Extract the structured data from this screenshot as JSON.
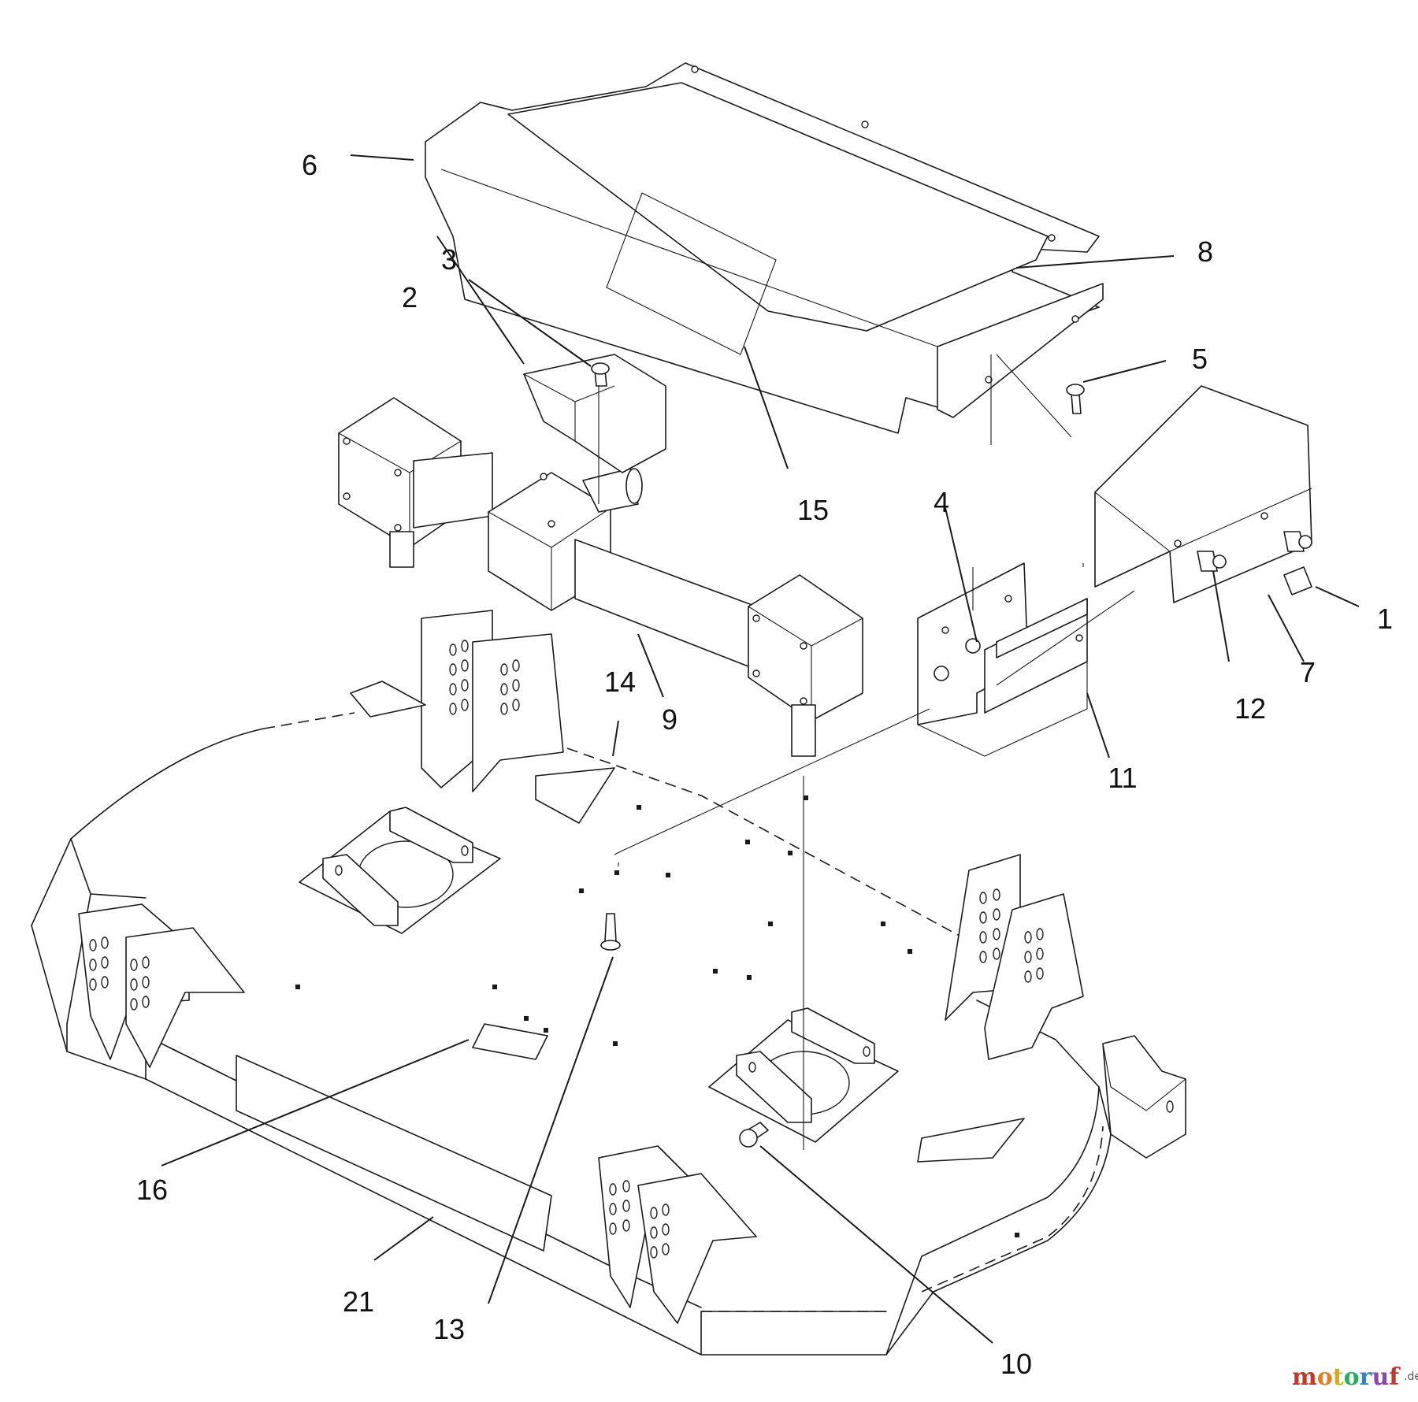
{
  "diagram": {
    "callouts": [
      {
        "id": "c1",
        "label": "1"
      },
      {
        "id": "c2",
        "label": "2"
      },
      {
        "id": "c3",
        "label": "3"
      },
      {
        "id": "c4",
        "label": "4"
      },
      {
        "id": "c5",
        "label": "5"
      },
      {
        "id": "c6",
        "label": "6"
      },
      {
        "id": "c7",
        "label": "7"
      },
      {
        "id": "c8",
        "label": "8"
      },
      {
        "id": "c9",
        "label": "9"
      },
      {
        "id": "c10",
        "label": "10"
      },
      {
        "id": "c11",
        "label": "11"
      },
      {
        "id": "c12",
        "label": "12"
      },
      {
        "id": "c13",
        "label": "13"
      },
      {
        "id": "c14",
        "label": "14"
      },
      {
        "id": "c15",
        "label": "15"
      },
      {
        "id": "c16",
        "label": "16"
      },
      {
        "id": "c21",
        "label": "21"
      }
    ]
  },
  "watermark": {
    "letters": [
      {
        "ch": "m",
        "color": "#c0392b"
      },
      {
        "ch": "o",
        "color": "#e67e22"
      },
      {
        "ch": "t",
        "color": "#d4ac0d"
      },
      {
        "ch": "o",
        "color": "#27ae60"
      },
      {
        "ch": "r",
        "color": "#2e86c1"
      },
      {
        "ch": "u",
        "color": "#8e44ad"
      },
      {
        "ch": "f",
        "color": "#c0392b"
      }
    ],
    "suffix": ".de",
    "suffix_color": "#555555"
  }
}
